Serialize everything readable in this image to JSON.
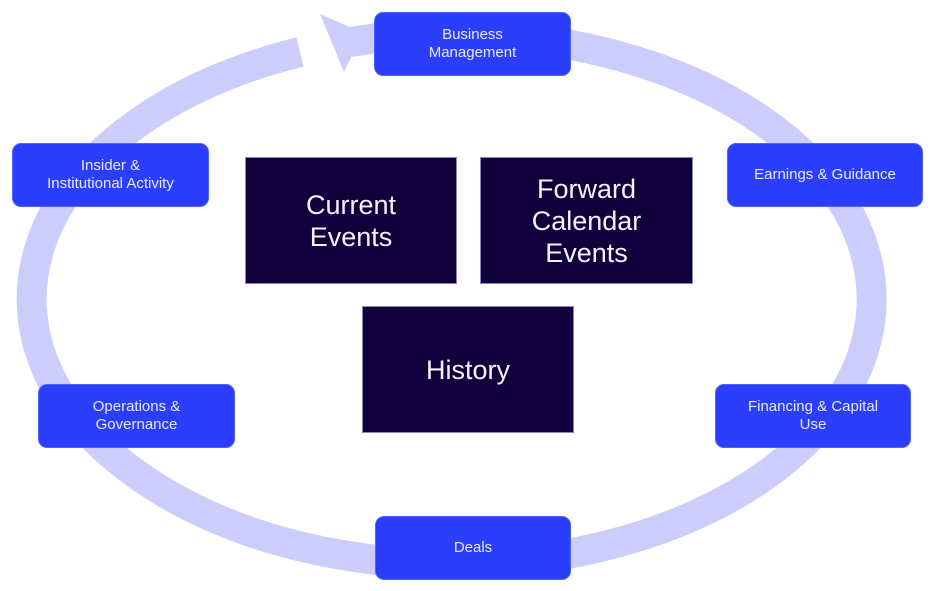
{
  "diagram": {
    "title": "",
    "colors": {
      "ring": "#cccdfb",
      "node_fill": "#2a3efc",
      "node_text": "#e8eaff",
      "core_fill": "#10003c",
      "core_text": "#f4f2ff",
      "background": "#ffffff"
    },
    "cycle_direction": "clockwise",
    "cycle_nodes": [
      {
        "id": "business-management",
        "label": "Business\nManagement"
      },
      {
        "id": "earnings-guidance",
        "label": "Earnings & Guidance"
      },
      {
        "id": "financing-capital-use",
        "label": "Financing &  Capital\nUse"
      },
      {
        "id": "deals",
        "label": "Deals"
      },
      {
        "id": "operations-governance",
        "label": "Operations &\nGovernance"
      },
      {
        "id": "insider-institutional-activity",
        "label": "Insider &\nInstitutional Activity"
      }
    ],
    "core_nodes": [
      {
        "id": "current-events",
        "label": "Current\nEvents"
      },
      {
        "id": "forward-calendar-events",
        "label": "Forward\nCalendar\nEvents"
      },
      {
        "id": "history",
        "label": "History"
      }
    ]
  }
}
